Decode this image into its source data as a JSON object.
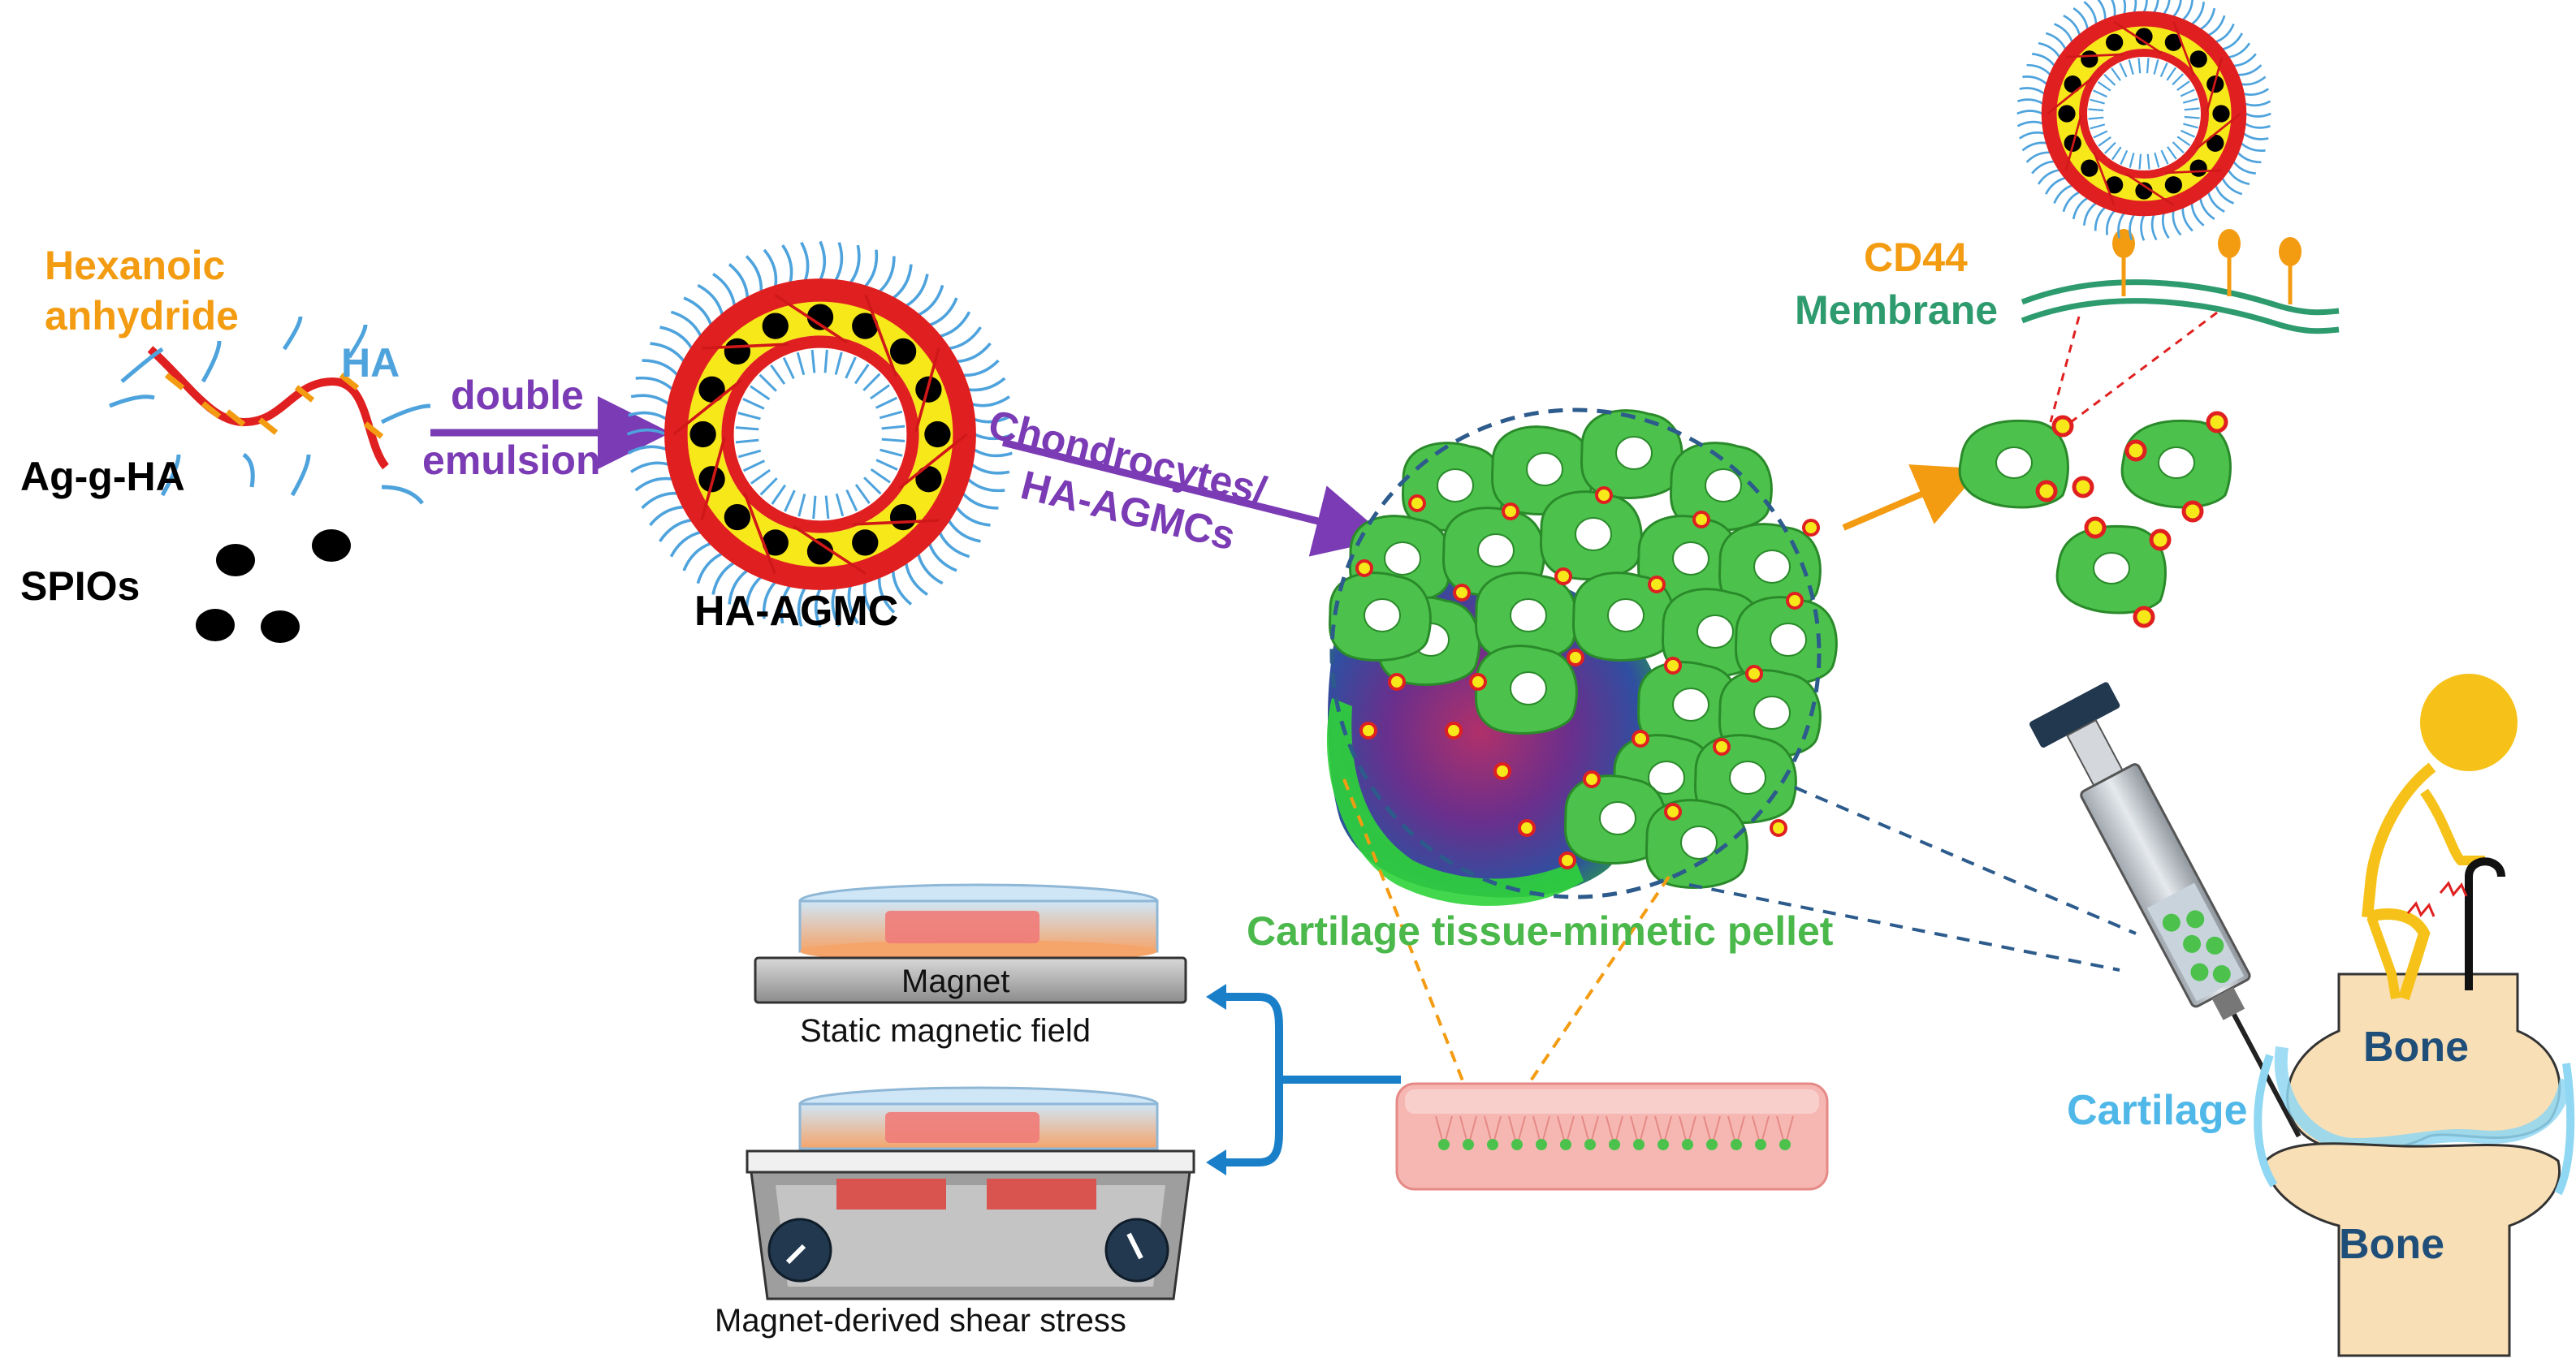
{
  "labels": {
    "hexanoic_line1": "Hexanoic",
    "hexanoic_line2": "anhydride",
    "ha": "HA",
    "ag_g_ha": "Ag-g-HA",
    "spios": "SPIOs",
    "double": "double",
    "emulsion": "emulsion",
    "ha_agmc": "HA-AGMC",
    "chondrocytes": "Chondrocytes/",
    "ha_agmcs": "HA-AGMCs",
    "cd44": "CD44",
    "membrane": "Membrane",
    "pellet": "Cartilage tissue-mimetic pellet",
    "magnet": "Magnet",
    "static_field": "Static magnetic field",
    "shear_stress": "Magnet-derived shear stress",
    "cartilage": "Cartilage",
    "bone_upper": "Bone",
    "bone_lower": "Bone"
  },
  "colors": {
    "orange": "#f39c12",
    "ha_blue": "#4ea3dd",
    "purple": "#7a3bb5",
    "green": "#5cb85c",
    "cell_green": "#4cc24c",
    "teal": "#2e9b6e",
    "pellet_label_green": "#4bb84b",
    "dash_blue": "#2c5b8c",
    "cartilage_blue": "#4fb8e8",
    "bone_text": "#1f4e79",
    "bone_fill": "#f8dfb6",
    "red": "#e02020",
    "yellow": "#f7e81a",
    "connector_blue": "#1a7fc9"
  }
}
